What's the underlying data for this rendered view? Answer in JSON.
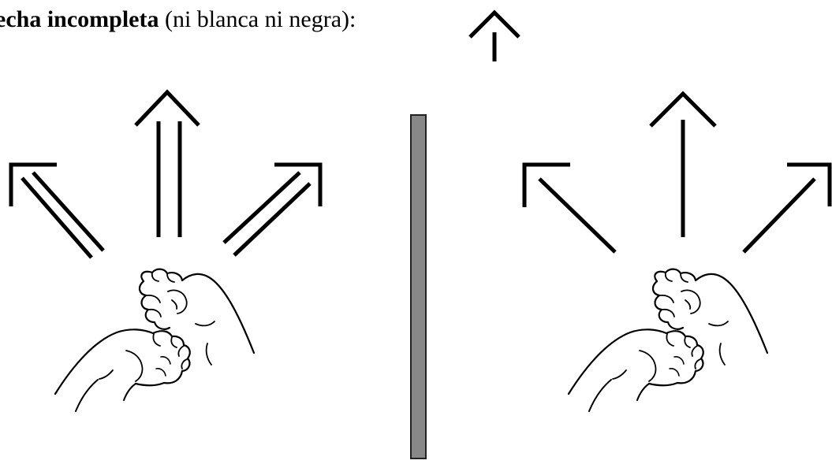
{
  "caption": {
    "bold_text": "echa incompleta",
    "rest_text": " (ni blanca ni negra):"
  },
  "legend_symbol": "incomplete-arrow-icon",
  "panels": [
    {
      "name": "double-line-arrows",
      "arrow_style": "double-line",
      "arrow_directions": [
        "up-left",
        "up",
        "up-right"
      ],
      "hands": "two-fists-stacked"
    },
    {
      "name": "single-line-arrows",
      "arrow_style": "single-line",
      "arrow_directions": [
        "up-left",
        "up",
        "up-right"
      ],
      "hands": "two-fists-stacked"
    }
  ],
  "colors": {
    "ink": "#000000",
    "divider_fill": "#888888",
    "divider_stroke": "#222222",
    "background": "#ffffff"
  }
}
